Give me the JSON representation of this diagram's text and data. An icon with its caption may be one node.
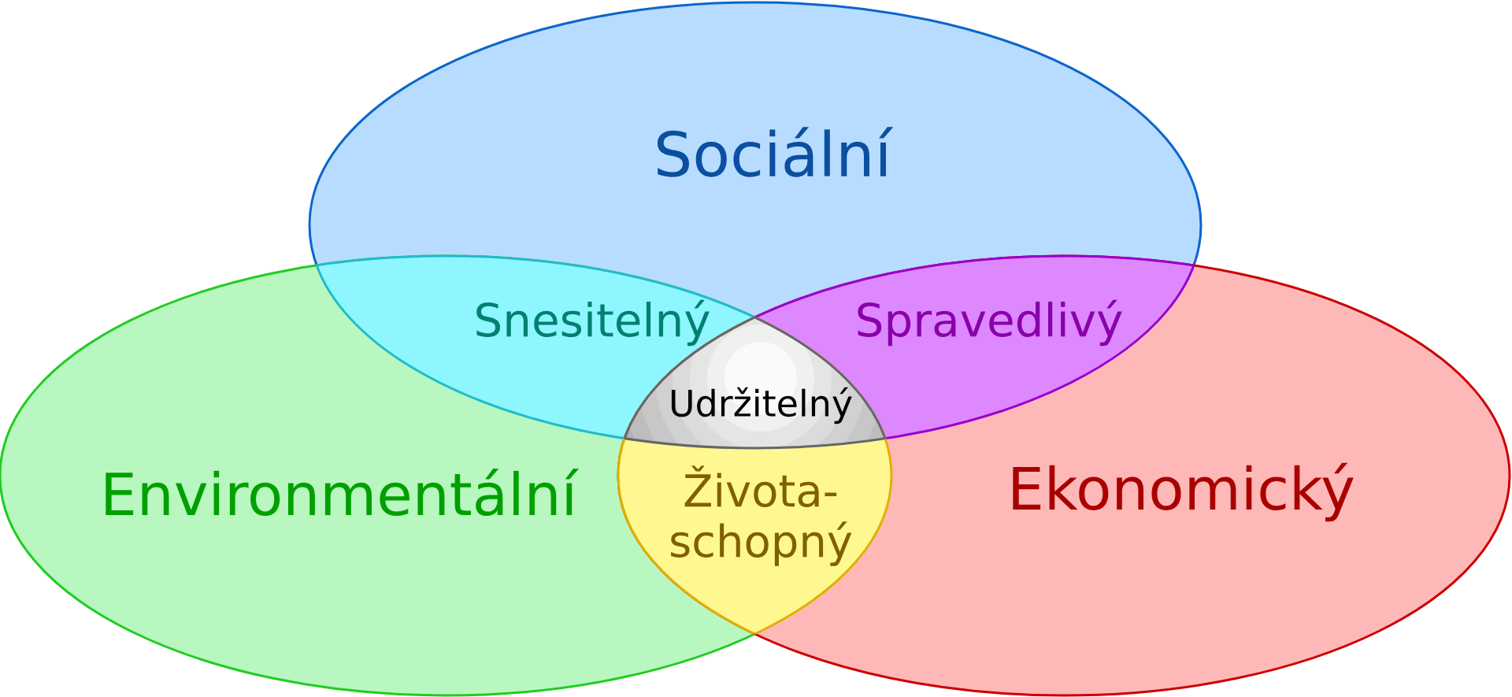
{
  "diagram": {
    "nodes": [
      {
        "text": [
          "Sociální"
        ]
      },
      {
        "text": [
          "Environmentální"
        ]
      },
      {
        "text": [
          "Ekonomický"
        ]
      },
      {
        "text": [
          "Snesitelný"
        ]
      },
      {
        "text": [
          "Spravedlivý"
        ]
      },
      {
        "text": [
          "Života-schopný"
        ]
      },
      {
        "text": [
          "Udržitelný"
        ]
      }
    ]
  }
}
